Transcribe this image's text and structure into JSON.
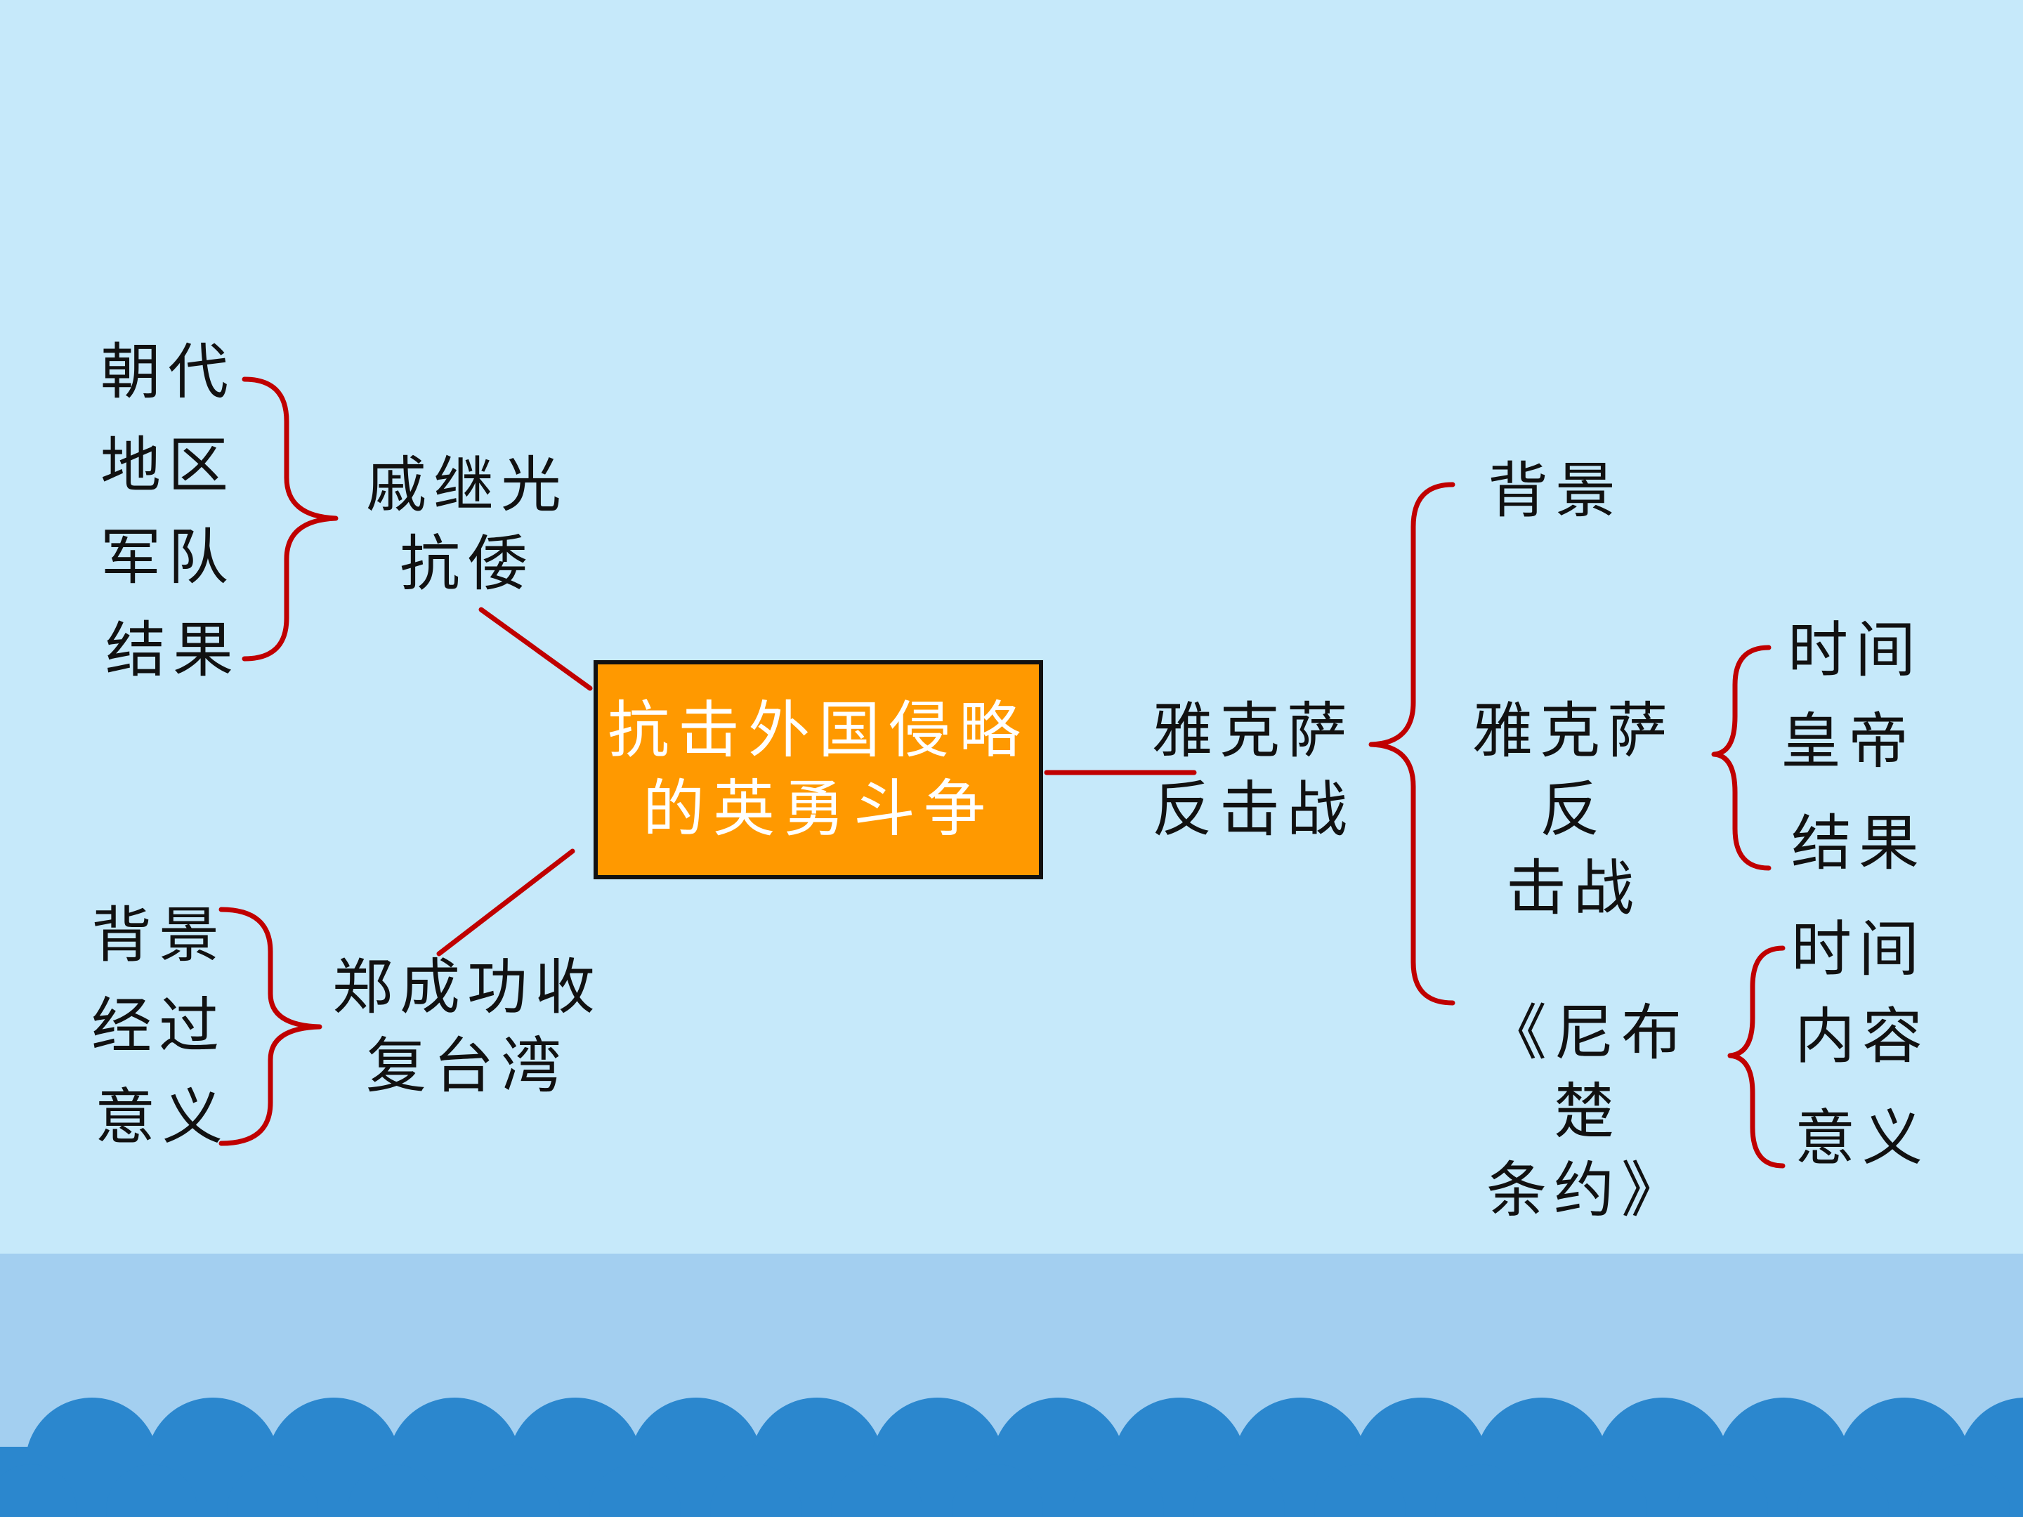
{
  "colors": {
    "sky": "#c6e9fa",
    "band": "#a3cff0",
    "wave": "#2b87ce",
    "connector": "#c00000",
    "center_fill": "#ff9900"
  },
  "center": {
    "title": "抗击外国侵略\n的英勇斗争"
  },
  "left_top": {
    "topic": "戚继光\n抗倭",
    "items": [
      "朝代",
      "地区",
      "军队",
      "结果"
    ]
  },
  "left_bottom": {
    "topic": "郑成功收\n复台湾",
    "items": [
      "背景",
      "经过",
      "意义"
    ]
  },
  "right": {
    "topic": "雅克萨\n反击战",
    "branches": [
      {
        "label": "背景"
      },
      {
        "label": "雅克萨反\n击战",
        "items": [
          "时间",
          "皇帝",
          "结果"
        ]
      },
      {
        "label": "《尼布楚\n条约》",
        "items": [
          "时间",
          "内容",
          "意义"
        ]
      }
    ]
  }
}
